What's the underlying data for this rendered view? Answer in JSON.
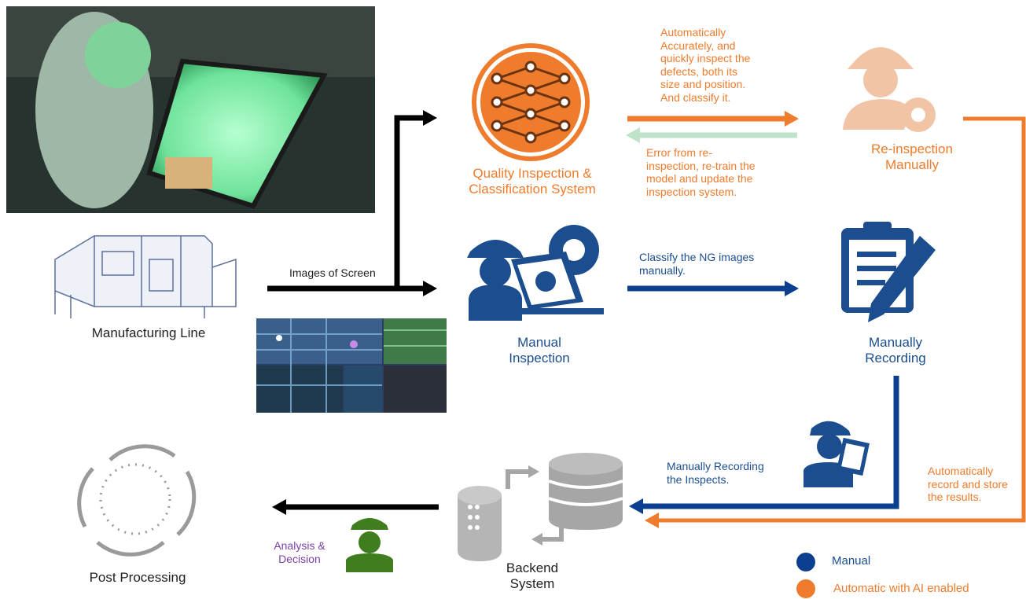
{
  "nodes": {
    "manufacturing": "Manufacturing Line",
    "quality": "Quality Inspection &\nClassification System",
    "reinspection": "Re-inspection\nManually",
    "manual_inspection": "Manual\nInspection",
    "manual_recording": "Manually\nRecording",
    "backend": "Backend\nSystem",
    "post": "Post Processing"
  },
  "annotations": {
    "images": "Images of Screen",
    "auto_inspect": "Automatically\nAccurately, and\nquickly inspect the\ndefects, both its\nsize and position.\nAnd classify it.",
    "error_retrain": "Error from re-\ninspection, re-train the\nmodel and update the\ninspection system.",
    "classify_ng": "Classify the NG images\nmanually.",
    "manual_record": "Manually Recording\nthe Inspects.",
    "auto_record": "Automatically\nrecord and store\nthe results.",
    "analysis": "Analysis &\nDecision"
  },
  "legend": {
    "manual": {
      "label": "Manual",
      "color": "#0d3f91"
    },
    "auto": {
      "label": "Automatic with AI enabled",
      "color": "#ef7b2c"
    }
  },
  "colors": {
    "orange": "#ef7b2c",
    "blue": "#0d3f91",
    "light_green": "#bfe3c8",
    "peach": "#f2c4a6",
    "gray": "#9a9a9a",
    "black": "#000000"
  }
}
